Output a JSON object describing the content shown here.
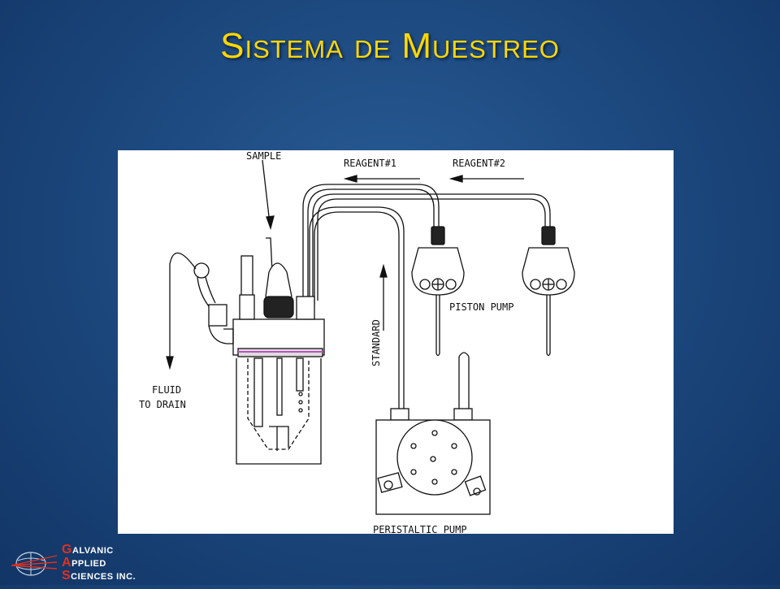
{
  "slide": {
    "title": "Sistema de Muestreo"
  },
  "diagram": {
    "labels": {
      "sample": "SAMPLE",
      "reagent1": "REAGENT#1",
      "reagent2": "REAGENT#2",
      "piston_pump": "PISTON PUMP",
      "standard": "STANDARD",
      "fluid": "FLUID",
      "to_drain": "TO DRAIN",
      "peristaltic_pump": "PERISTALTIC PUMP"
    }
  },
  "logo": {
    "line1_initial": "G",
    "line1_rest": "ALVANIC",
    "line2_initial": "A",
    "line2_rest": "PPLIED",
    "line3_initial": "S",
    "line3_rest": "CIENCES INC.",
    "colors": {
      "initial": "#e0301e",
      "text": "#ffffff"
    }
  },
  "colors": {
    "title": "#ffd700",
    "background": "#1d4a80"
  }
}
